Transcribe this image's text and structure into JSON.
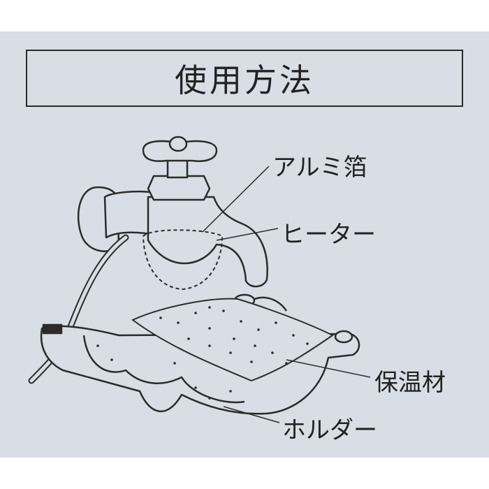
{
  "title": "使用方法",
  "labels": {
    "aluminum_foil": "アルミ箔",
    "heater": "ヒーター",
    "insulation": "保温材",
    "holder": "ホルダー"
  },
  "colors": {
    "panel_bg": "#d9dde6",
    "line": "#2b2b2b",
    "part_fill": "#d9dde6"
  }
}
